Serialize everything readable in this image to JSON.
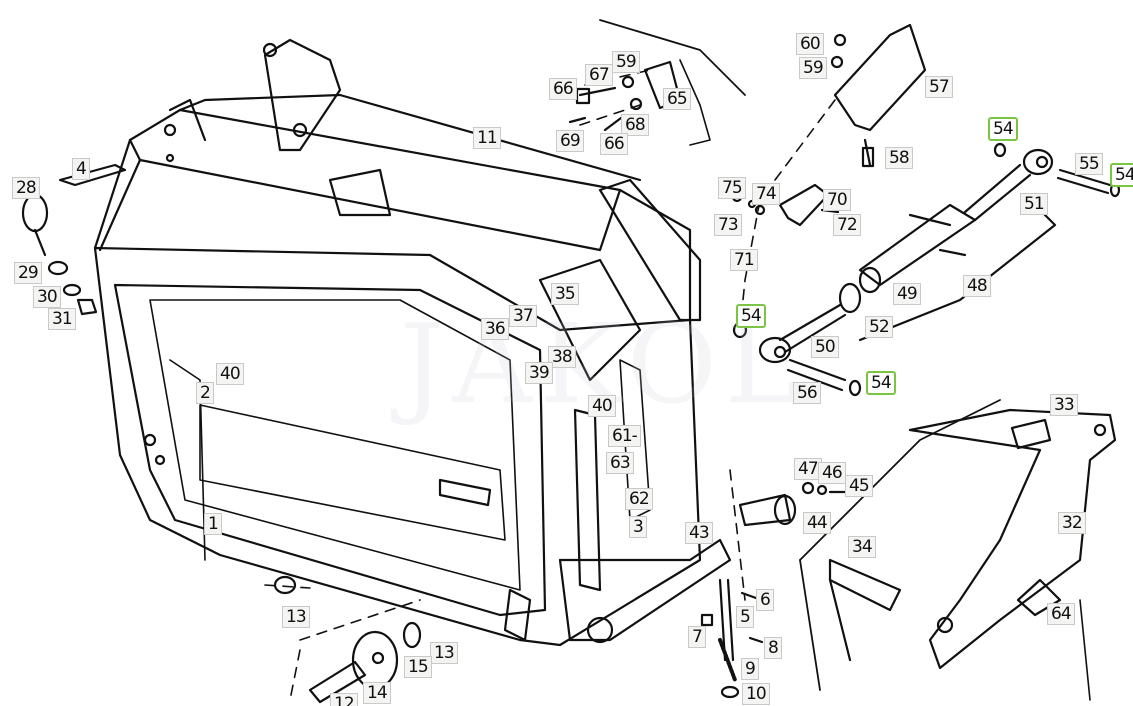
{
  "watermark": "JAKOL",
  "colors": {
    "highlight": "#7cc544",
    "line": "#111111"
  },
  "labels": {
    "p60": "60",
    "p59a": "59",
    "p57": "57",
    "p58": "58",
    "p54a": "54",
    "p55": "55",
    "p54b": "54",
    "p51": "51",
    "p48": "48",
    "p49": "49",
    "p52": "52",
    "p50": "50",
    "p54c": "54",
    "p56": "56",
    "p54d": "54",
    "p75": "75",
    "p74": "74",
    "p70": "70",
    "p73": "73",
    "p72": "72",
    "p71": "71",
    "p66a": "66",
    "p67": "67",
    "p59b": "59",
    "p65": "65",
    "p68": "68",
    "p69": "69",
    "p66b": "66",
    "p11": "11",
    "p4": "4",
    "p28": "28",
    "p29": "29",
    "p30": "30",
    "p31": "31",
    "p36": "36",
    "p37": "37",
    "p35": "35",
    "p38": "38",
    "p39": "39",
    "p40a": "40",
    "p2": "2",
    "p1": "1",
    "p40b": "40",
    "p61": "61-",
    "p63": "63",
    "p62": "62",
    "p3": "3",
    "p43": "43",
    "p47": "47",
    "p46": "46",
    "p45": "45",
    "p44": "44",
    "p33": "33",
    "p32": "32",
    "p34": "34",
    "p64": "64",
    "p13a": "13",
    "p13b": "13",
    "p15": "15",
    "p14": "14",
    "p12": "12",
    "p6": "6",
    "p5": "5",
    "p7": "7",
    "p8": "8",
    "p9": "9",
    "p10": "10"
  }
}
